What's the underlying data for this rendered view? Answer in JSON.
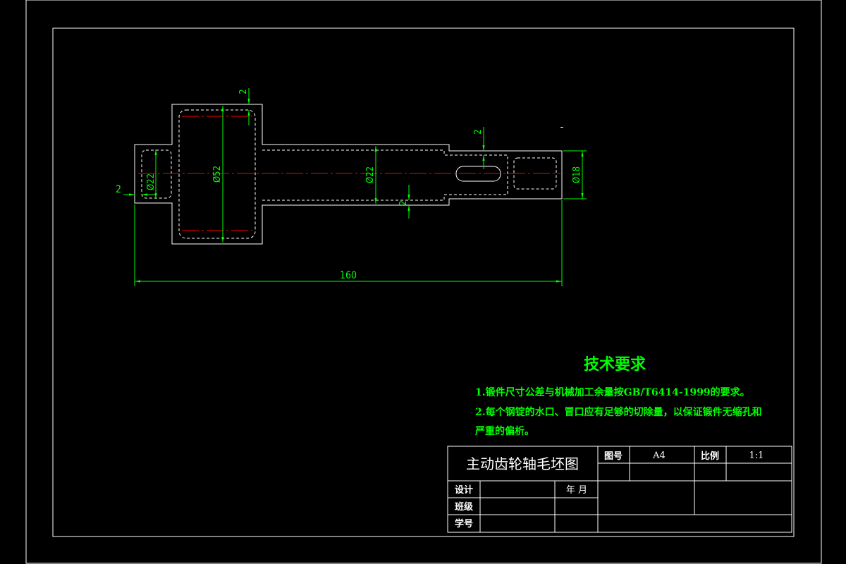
{
  "drawing": {
    "dimensions": {
      "d_left_end": "Ø22",
      "d_gear": "Ø52",
      "d_mid": "Ø22",
      "d_right_end": "Ø18",
      "allowance_gear": "2",
      "allowance_left": "2",
      "allowance_mid": "2",
      "allowance_right": "2",
      "overall_length": "160"
    }
  },
  "requirements": {
    "title": "技术要求",
    "line1": "1.锻件尺寸公差与机械加工余量按GB/T6414-1999的要求。",
    "line2": "2.每个钢锭的水口、冒口应有足够的切除量，以保证锻件无缩孔和",
    "line3": "严重的偏析。"
  },
  "title_block": {
    "drawing_title": "主动齿轮轴毛坯图",
    "drawing_no_label": "图号",
    "drawing_no_value": "A4",
    "scale_label": "比例",
    "scale_value": "1:1",
    "designer_label": "设计",
    "date_label": "年 月",
    "class_label": "班级",
    "student_id_label": "学号"
  },
  "colors": {
    "background": "#000000",
    "outline": "#ffffff",
    "dimension": "#00ff00",
    "centerline": "#ff0000"
  }
}
